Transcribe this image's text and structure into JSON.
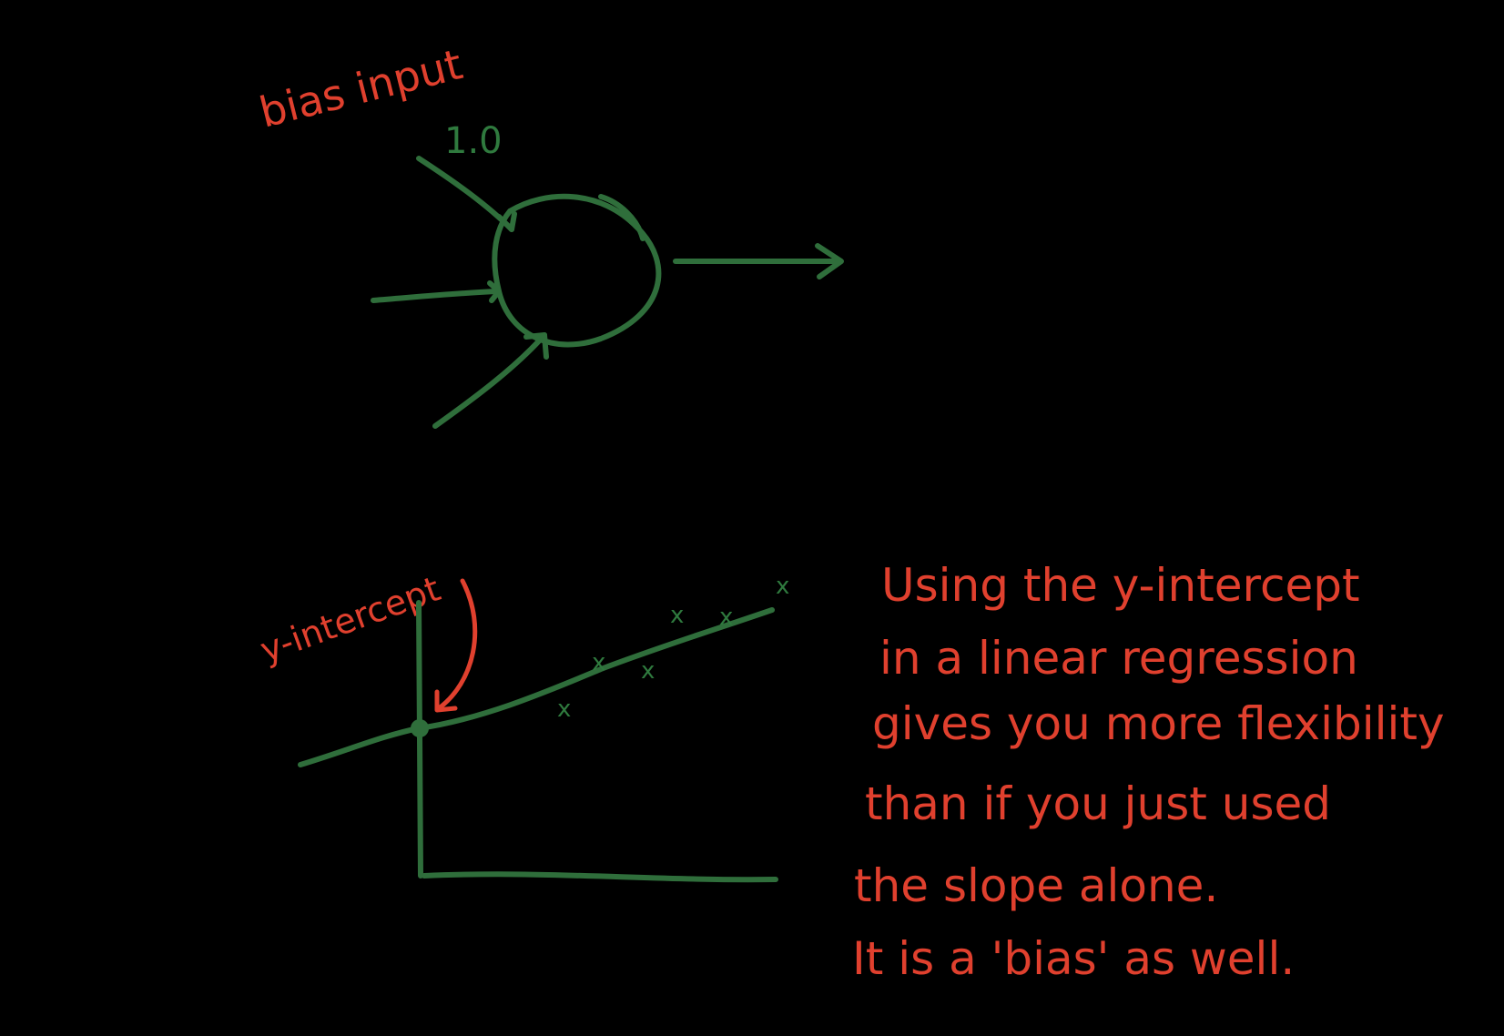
{
  "colors": {
    "background": "#000000",
    "ink_red": "#e0402e",
    "ink_green": "#2f6e3b"
  },
  "neuron": {
    "bias_label": "bias input",
    "bias_value": "1.0"
  },
  "graph": {
    "intercept_label": "y-intercept",
    "point_mark": "x"
  },
  "explanation": {
    "lines": [
      "Using the y-intercept",
      "in a linear regression",
      "gives you more flexibility",
      "than if you just used",
      "the slope alone.",
      "It is a 'bias' as well."
    ]
  }
}
